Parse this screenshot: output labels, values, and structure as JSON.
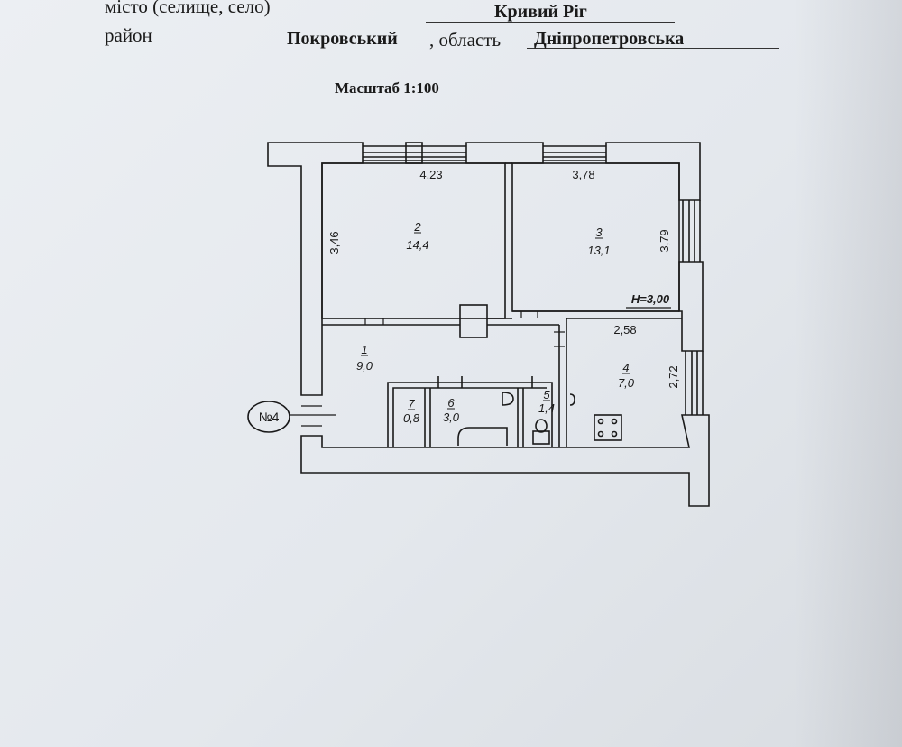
{
  "header": {
    "city_label": "місто (селище, село)",
    "city_value": "Кривий Ріг",
    "district_label": "район",
    "district_value": "Покровський",
    "region_label": ", область",
    "region_value": "Дніпропетровська",
    "scale": "Масштаб 1:100"
  },
  "plan": {
    "apartment_number": "№4",
    "ceiling_height": "H=3,00",
    "rooms": [
      {
        "number": "1",
        "area": "9,0"
      },
      {
        "number": "2",
        "area": "14,4"
      },
      {
        "number": "3",
        "area": "13,1"
      },
      {
        "number": "4",
        "area": "7,0"
      },
      {
        "number": "5",
        "area": "1,4"
      },
      {
        "number": "6",
        "area": "3,0"
      },
      {
        "number": "7",
        "area": "0,8"
      }
    ],
    "dimensions": {
      "room2_width": "4,23",
      "room2_height": "3,46",
      "room3_width": "3,78",
      "room3_height": "3,79",
      "room4_width": "2,58",
      "room4_height": "2,72"
    }
  }
}
